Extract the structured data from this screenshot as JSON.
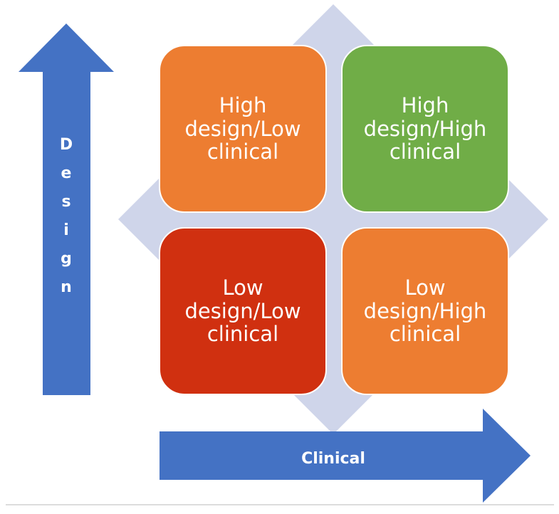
{
  "colors": {
    "arrow": "#4472c4",
    "diamond": "#cfd5ea",
    "orange": "#ed7d31",
    "green": "#70ad47",
    "red": "#d03010",
    "text": "#ffffff"
  },
  "axes": {
    "vertical_label": "Design",
    "horizontal_label": "Clinical"
  },
  "quadrants": {
    "top_left": {
      "label": "High design/Low clinical",
      "color": "#ed7d31"
    },
    "top_right": {
      "label": "High design/High clinical",
      "color": "#70ad47"
    },
    "bottom_left": {
      "label": "Low design/Low clinical",
      "color": "#d03010"
    },
    "bottom_right": {
      "label": "Low design/High clinical",
      "color": "#ed7d31"
    }
  }
}
